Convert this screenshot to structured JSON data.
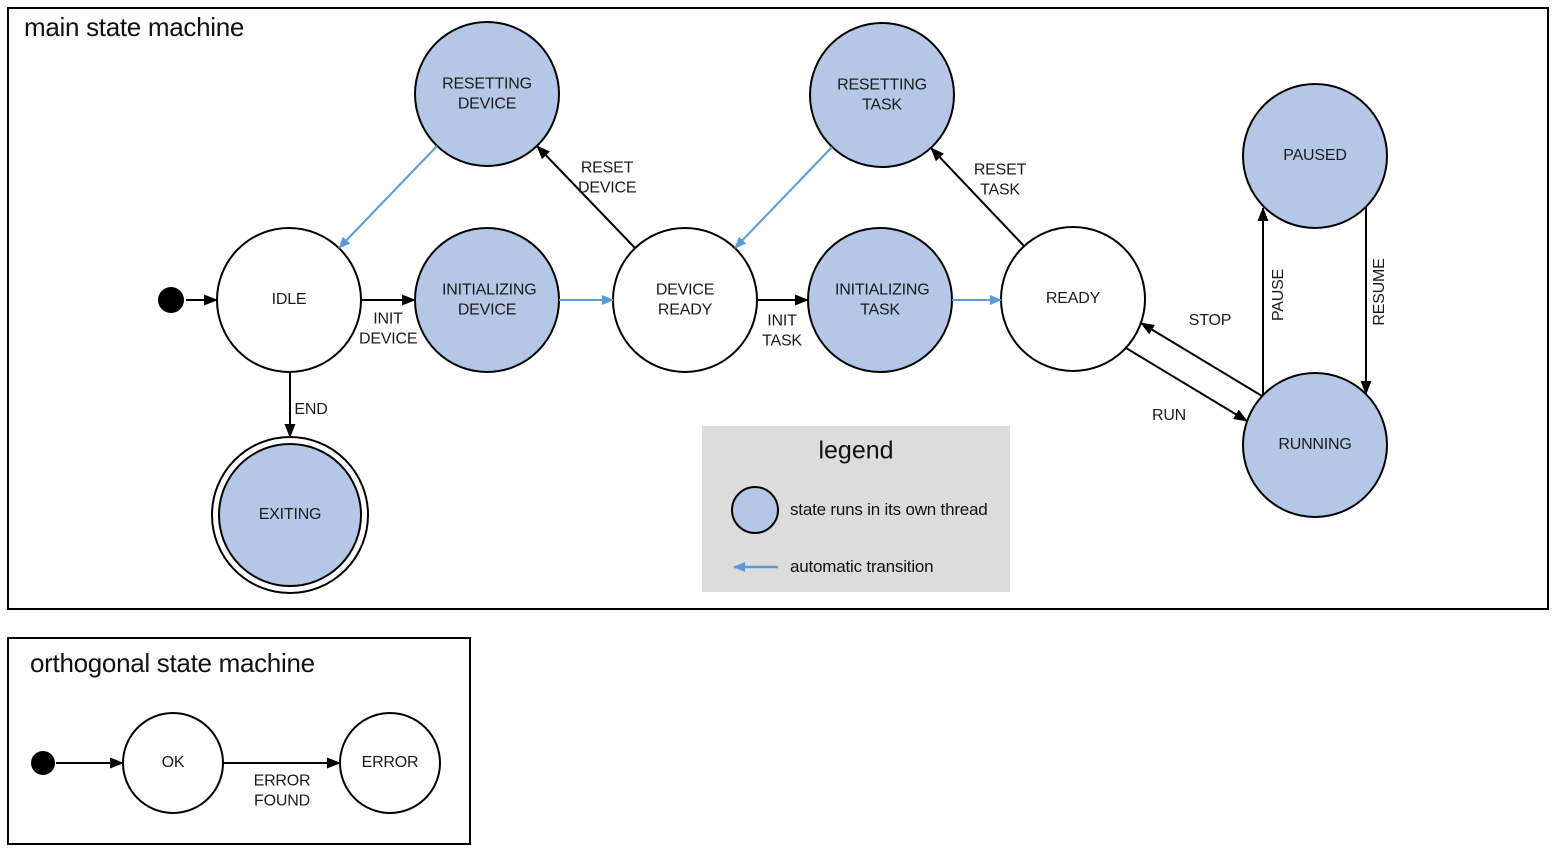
{
  "main": {
    "title": "main state machine",
    "states": {
      "idle": "IDLE",
      "resetting_device": "RESETTING DEVICE",
      "initializing_device": "INITIALIZING DEVICE",
      "device_ready": "DEVICE READY",
      "resetting_task": "RESETTING TASK",
      "initializing_task": "INITIALIZING TASK",
      "ready": "READY",
      "paused": "PAUSED",
      "running": "RUNNING",
      "exiting": "EXITING"
    },
    "transitions": {
      "init_device": "INIT DEVICE",
      "reset_device": "RESET DEVICE",
      "init_task": "INIT TASK",
      "reset_task": "RESET TASK",
      "stop": "STOP",
      "run": "RUN",
      "pause": "PAUSE",
      "resume": "RESUME",
      "end": "END"
    }
  },
  "orthogonal": {
    "title": "orthogonal state machine",
    "states": {
      "ok": "OK",
      "error": "ERROR"
    },
    "transitions": {
      "error_found": "ERROR FOUND"
    }
  },
  "legend": {
    "title": "legend",
    "thread_item": "state runs in its own thread",
    "auto_item": "automatic transition"
  },
  "colors": {
    "state_thread_fill": "#b4c7e6",
    "auto_transition": "#5b9bd5",
    "legend_bg": "#dcdcdc",
    "line": "#000000"
  }
}
